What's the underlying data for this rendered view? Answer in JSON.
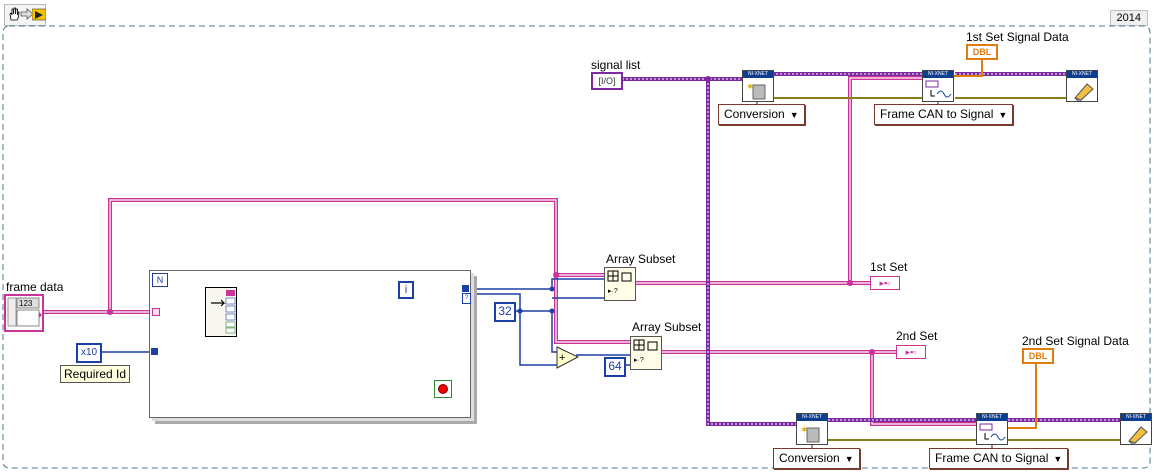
{
  "version_label": "2014",
  "toolbar": {
    "icons": [
      "hand-icon",
      "arrow-icon",
      "run-icon"
    ]
  },
  "labels": {
    "signal_list": "signal list",
    "signal_list_const": "[I/O]",
    "first_set_signal_data": "1st Set Signal Data",
    "second_set_signal_data": "2nd Set Signal Data",
    "frame_data": "frame data",
    "required_id": "Required Id",
    "array_subset_1": "Array Subset",
    "array_subset_2": "Array Subset",
    "first_set": "1st Set",
    "second_set": "2nd Set"
  },
  "constants": {
    "required_id_value": "x10",
    "subset_length": "32",
    "offset_64": "64",
    "loop_index": "i",
    "dbl_1": "DBL",
    "dbl_2": "DBL"
  },
  "rings": {
    "top_mode": "Conversion",
    "top_conversion": "Frame CAN to Signal",
    "bottom_mode": "Conversion",
    "bottom_conversion": "Frame CAN to Signal"
  },
  "nixnet_label": "NI-XNET",
  "colors": {
    "wire_pink": "#cc3399",
    "wire_purple": "#7b2aa1",
    "wire_blue": "#1c3ea6",
    "wire_olive": "#8c7d1a",
    "wire_orange": "#e07b10",
    "wire_green": "#2e8b2e",
    "diagram_dash": "#4a7a8c"
  }
}
